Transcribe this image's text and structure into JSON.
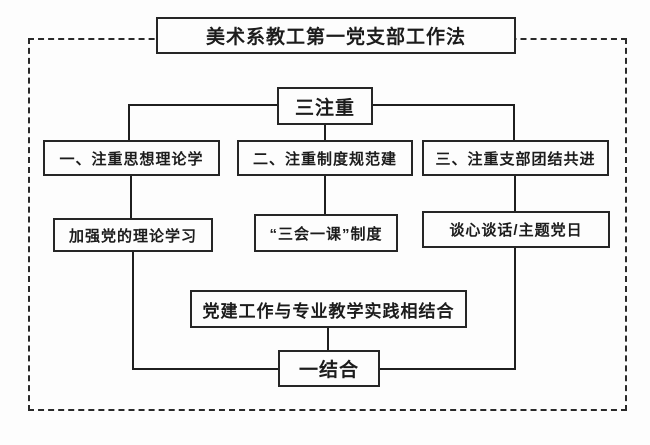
{
  "diagram": {
    "title": "美术系教工第一党支部工作法",
    "top_node": "三注重",
    "columns": [
      {
        "heading": "一、注重思想理论学",
        "detail": "加强党的理论学习"
      },
      {
        "heading": "二、注重制度规范建",
        "detail": "“三会一课”制度"
      },
      {
        "heading": "三、注重支部团结共进",
        "detail": "谈心谈话/主题党日"
      }
    ],
    "integration_node": "党建工作与专业教学实践相结合",
    "bottom_node": "一结合",
    "colors": {
      "line": "#1f1f1f",
      "box_border": "#262626",
      "background": "#fdfdfd",
      "text": "#1c1c1c"
    }
  }
}
